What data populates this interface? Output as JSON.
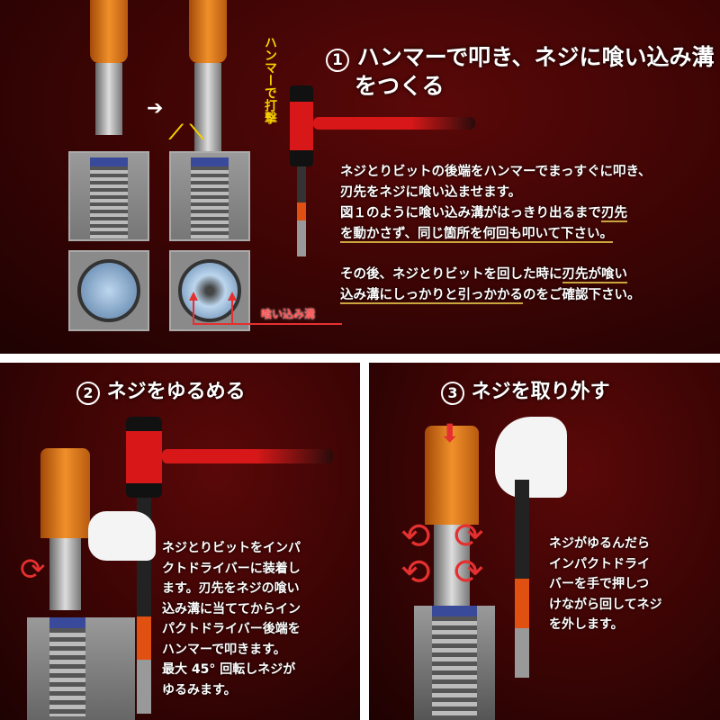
{
  "step1": {
    "number": "1",
    "title_line1": "ハンマーで叩き、ネジに喰い込み溝",
    "title_line2": "をつくる",
    "vertical_label": "ハンマーで打撃",
    "groove_label": "喰い込み溝",
    "para1_line1": "ネジとりビットの後端をハンマーでまっすぐに叩き、",
    "para1_line2": "刃先をネジに喰い込ませます。",
    "para1_line3_a": "図１のように喰い込み溝がはっきり出るまで",
    "para1_line3_b": "刃先",
    "para1_line4": "を動かさず、同じ箇所を何回も叩いて下さい。",
    "para2_line1_a": "その後、ネジとりビットを回した時に",
    "para2_line1_b": "刃先が喰い",
    "para2_line2_a": "込み溝にしっかりと引っかかる",
    "para2_line2_b": "のをご確認下さい。"
  },
  "step2": {
    "number": "2",
    "title": "ネジをゆるめる",
    "lines": [
      "ネジとりビットをインパ",
      "クトドライバーに装着し",
      "ます。刃先をネジの喰い",
      "込み溝に当ててからイン",
      "パクトドライバー後端を",
      "ハンマーで叩きます。",
      "最大 45° 回転しネジが",
      "ゆるみます。"
    ]
  },
  "step3": {
    "number": "3",
    "title": "ネジを取り外す",
    "lines": [
      "ネジがゆるんだら",
      "インパクトドライ",
      "バーを手で押しつ",
      "けながら回してネジ",
      "を外します。"
    ]
  },
  "colors": {
    "background": "#3a0404",
    "accent_orange": "#e07a1c",
    "hammer_red": "#d81818",
    "label_yellow": "#f5d000",
    "underline_gold": "#c9a640",
    "arrow_red": "#e53030"
  }
}
